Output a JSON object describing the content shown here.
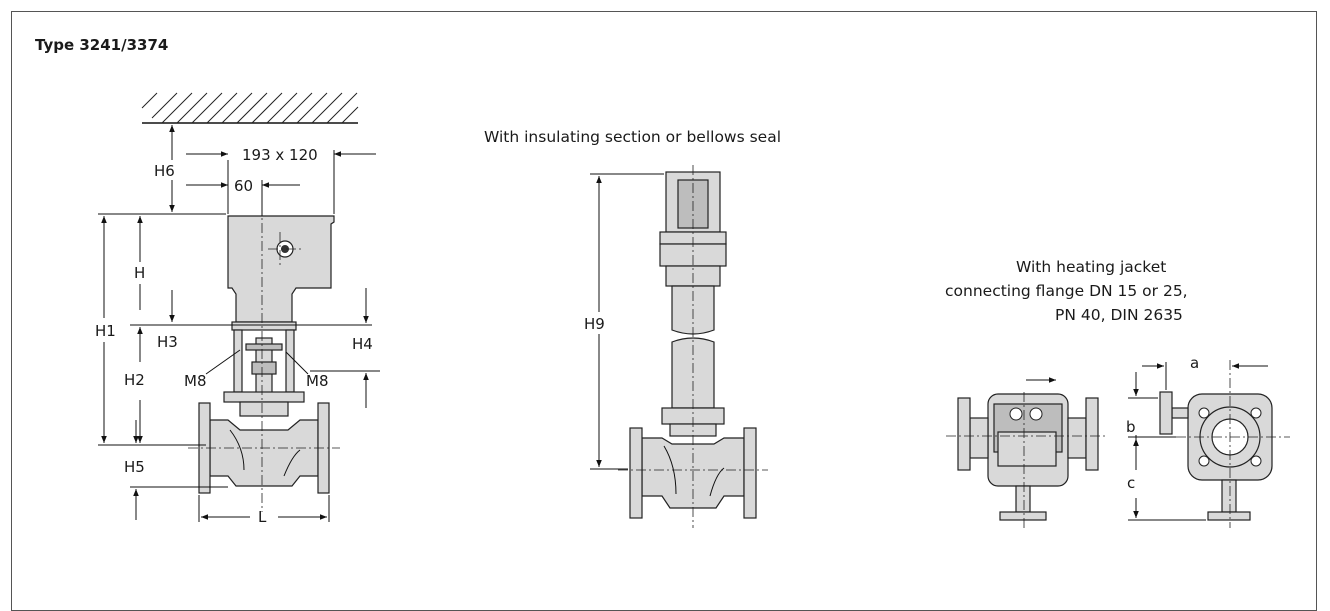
{
  "title": "Type 3241/3374",
  "captions": {
    "bellows": "With insulating section or bellows seal",
    "jacket_line1": "With heating jacket",
    "jacket_line2": "connecting flange DN 15 or 25,",
    "jacket_line3": "PN 40, DIN 2635"
  },
  "dimensions": {
    "overall": "193 x 120",
    "offset": "60",
    "H": "H",
    "H1": "H1",
    "H2": "H2",
    "H3": "H3",
    "H4": "H4",
    "H5": "H5",
    "H6": "H6",
    "H9": "H9",
    "L": "L",
    "M8_left": "M8",
    "M8_right": "M8",
    "a": "a",
    "b": "b",
    "c": "c"
  }
}
